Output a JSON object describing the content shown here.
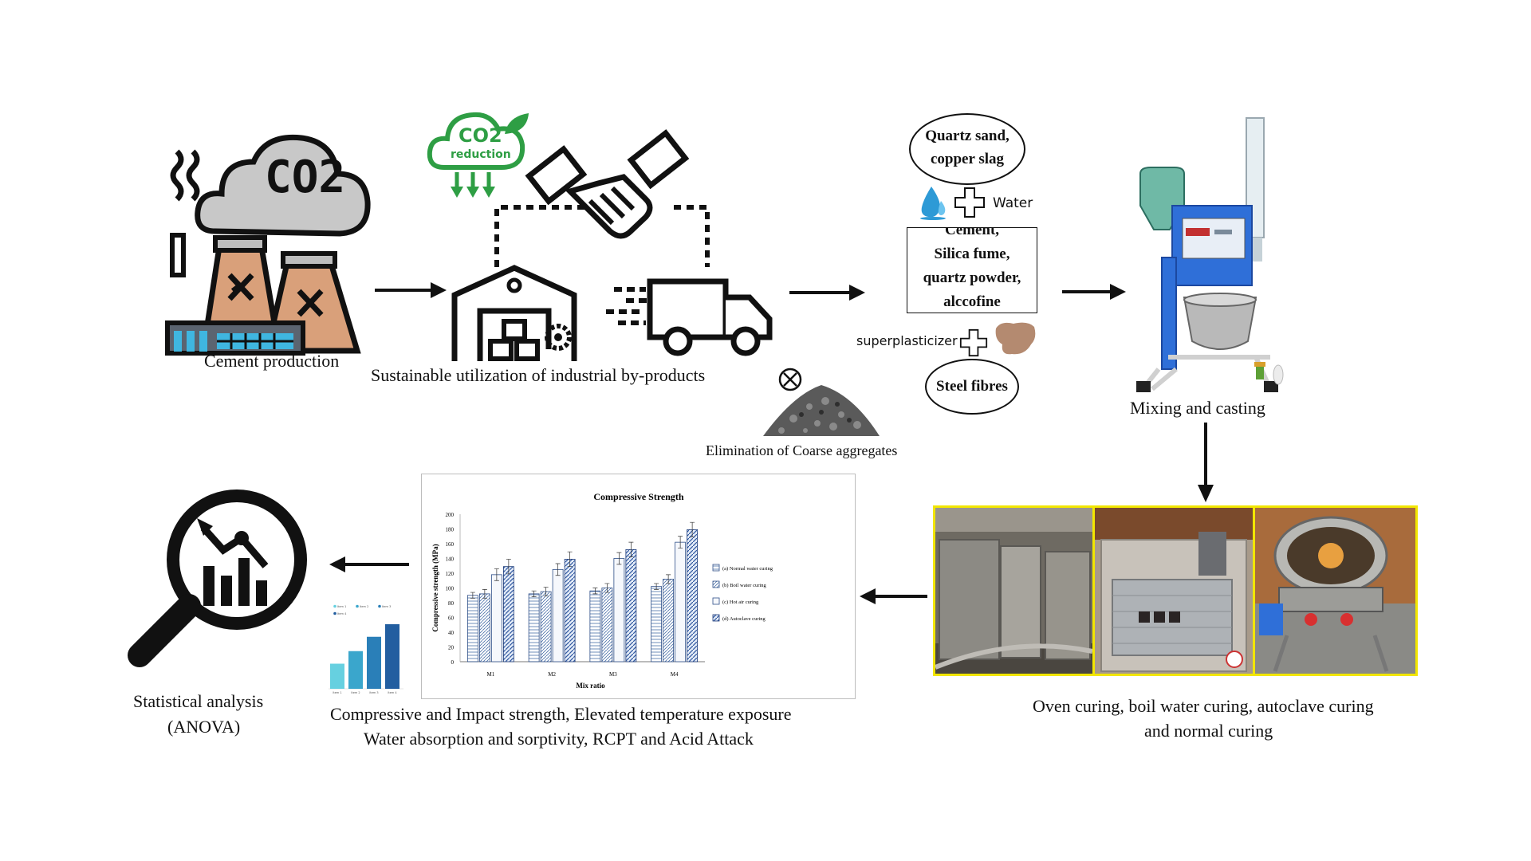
{
  "captions": {
    "cement_production": "Cement production",
    "sustainable": "Sustainable utilization of industrial by-products",
    "elimination": "Elimination of Coarse aggregates",
    "mixing": "Mixing and casting",
    "curing_line1": "Oven curing, boil water curing, autoclave curing",
    "curing_line2": "and normal curing",
    "tests_line1": "Compressive and Impact strength, Elevated temperature exposure",
    "tests_line2": "Water absorption and sorptivity, RCPT and Acid Attack",
    "stats_line1": "Statistical analysis",
    "stats_line2": "(ANOVA)"
  },
  "materials": {
    "quartz_line1": "Quartz sand,",
    "quartz_line2": "copper slag",
    "water": "Water",
    "binder_line1": "Cement,",
    "binder_line2": "Silica fume,",
    "binder_line3": "quartz powder,",
    "binder_line4": "alccofine",
    "superplasticizer": "superplasticizer",
    "steel_fibres": "Steel fibres"
  },
  "icons": {
    "factory_text": "CO2",
    "co2_badge": "CO2",
    "co2_badge_sub": "reduction"
  },
  "colors": {
    "factory_tower": "#d9a07a",
    "smoke": "#c8c8c8",
    "badge_green": "#2e9e44",
    "photo_border": "#f2e600",
    "mixer_blue": "#2f6fd8",
    "bar_accent": "#2a7fb8"
  },
  "chart_data": {
    "type": "bar",
    "title": "Compressive Strength",
    "xlabel": "Mix ratio",
    "ylabel": "Compressive strength (MPa)",
    "ylim": [
      0,
      200
    ],
    "yticks": [
      0,
      20,
      40,
      60,
      80,
      100,
      120,
      140,
      160,
      180,
      200
    ],
    "categories": [
      "M1",
      "M2",
      "M3",
      "M4"
    ],
    "series": [
      {
        "name": "(a)   Normal water curing",
        "values": [
          90,
          92,
          96,
          102
        ]
      },
      {
        "name": "(b)   Boil water curing",
        "values": [
          92,
          95,
          100,
          112
        ]
      },
      {
        "name": "(c)   Hot air curing",
        "values": [
          118,
          125,
          140,
          162
        ]
      },
      {
        "name": "(d)   Autoclave curing",
        "values": [
          129,
          139,
          152,
          179
        ]
      }
    ],
    "legend": "right"
  },
  "mini_chart_data": {
    "type": "bar",
    "categories": [
      "Item 1",
      "Item 2",
      "Item 3",
      "Item 4"
    ],
    "values": [
      28,
      42,
      58,
      72
    ],
    "legend": [
      "Item 1",
      "Item 2",
      "Item 3",
      "Item 4"
    ]
  }
}
